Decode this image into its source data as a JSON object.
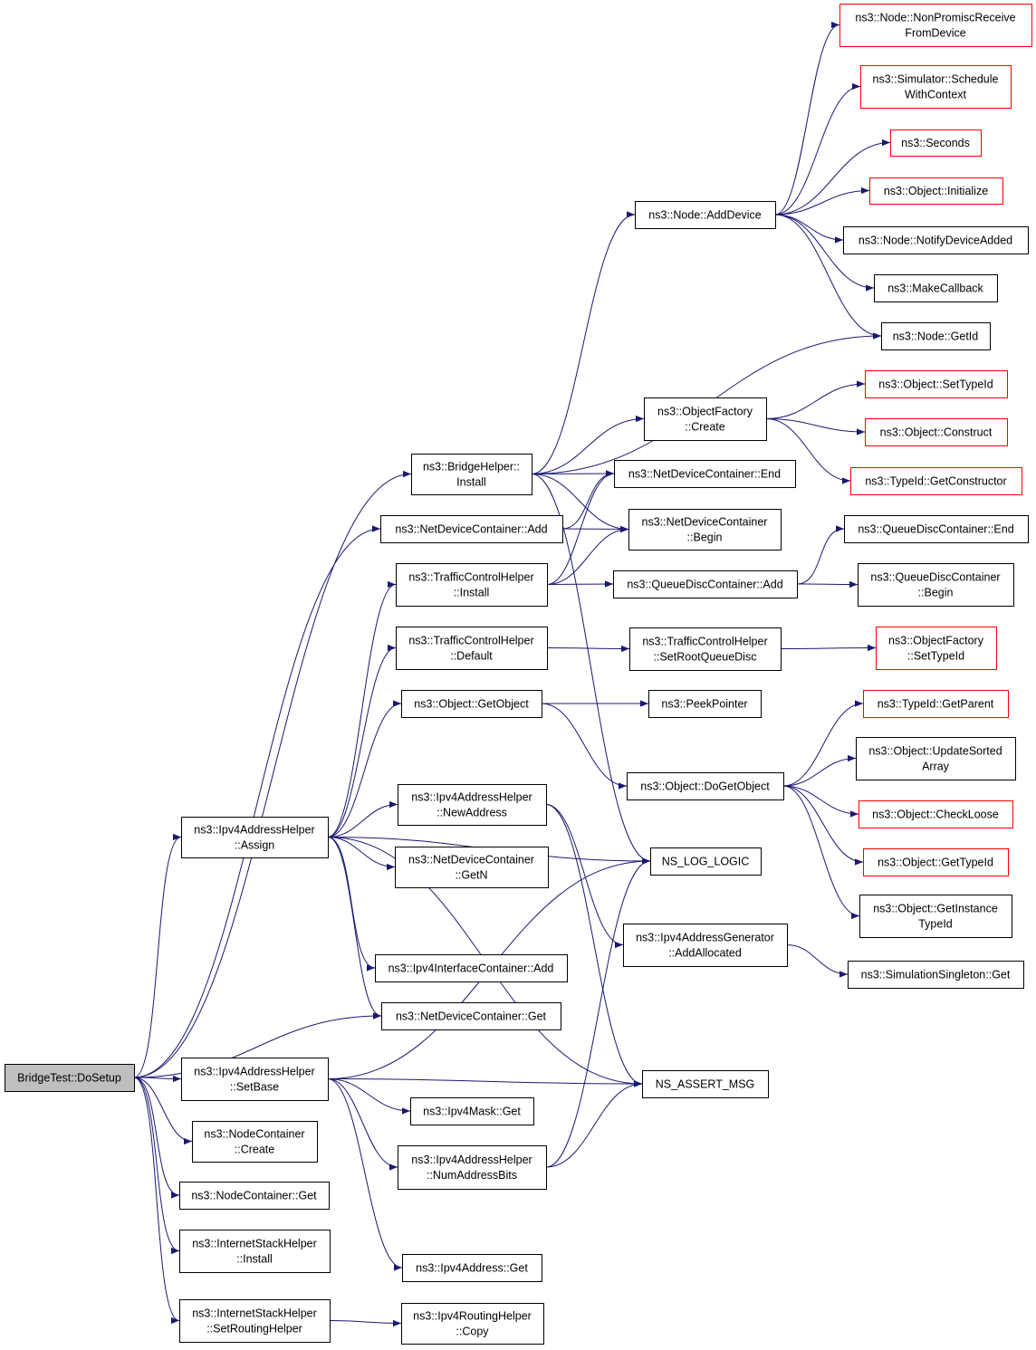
{
  "colors": {
    "edge": "#191970",
    "border_normal": "#000000",
    "border_truncated": "#ff0000",
    "root_fill": "#bfbfbf",
    "node_fill": "#ffffff"
  },
  "nodes": [
    {
      "id": "root",
      "lines": [
        "BridgeTest::DoSetup"
      ],
      "style": "root"
    },
    {
      "id": "bh_install",
      "lines": [
        "ns3::BridgeHelper::",
        "Install"
      ],
      "style": "normal"
    },
    {
      "id": "ndc_add",
      "lines": [
        "ns3::NetDeviceContainer::Add"
      ],
      "style": "normal"
    },
    {
      "id": "tch_install",
      "lines": [
        "ns3::TrafficControlHelper",
        "::Install"
      ],
      "style": "normal"
    },
    {
      "id": "tch_default",
      "lines": [
        "ns3::TrafficControlHelper",
        "::Default"
      ],
      "style": "normal"
    },
    {
      "id": "obj_getobject",
      "lines": [
        "ns3::Object::GetObject"
      ],
      "style": "normal"
    },
    {
      "id": "ipv4ah_assign",
      "lines": [
        "ns3::Ipv4AddressHelper",
        "::Assign"
      ],
      "style": "normal"
    },
    {
      "id": "ipv4ah_newaddress",
      "lines": [
        "ns3::Ipv4AddressHelper",
        "::NewAddress"
      ],
      "style": "normal"
    },
    {
      "id": "ndc_getn",
      "lines": [
        "ns3::NetDeviceContainer",
        "::GetN"
      ],
      "style": "normal"
    },
    {
      "id": "ipv4ic_add",
      "lines": [
        "ns3::Ipv4InterfaceContainer::Add"
      ],
      "style": "normal"
    },
    {
      "id": "ndc_get",
      "lines": [
        "ns3::NetDeviceContainer::Get"
      ],
      "style": "normal"
    },
    {
      "id": "ipv4ah_setbase",
      "lines": [
        "ns3::Ipv4AddressHelper",
        "::SetBase"
      ],
      "style": "normal"
    },
    {
      "id": "ipv4mask_get",
      "lines": [
        "ns3::Ipv4Mask::Get"
      ],
      "style": "normal"
    },
    {
      "id": "ipv4ah_numaddressbits",
      "lines": [
        "ns3::Ipv4AddressHelper",
        "::NumAddressBits"
      ],
      "style": "normal"
    },
    {
      "id": "nc_create",
      "lines": [
        "ns3::NodeContainer",
        "::Create"
      ],
      "style": "normal"
    },
    {
      "id": "nc_get",
      "lines": [
        "ns3::NodeContainer::Get"
      ],
      "style": "normal"
    },
    {
      "id": "ish_install",
      "lines": [
        "ns3::InternetStackHelper",
        "::Install"
      ],
      "style": "normal"
    },
    {
      "id": "ish_setrouting",
      "lines": [
        "ns3::InternetStackHelper",
        "::SetRoutingHelper"
      ],
      "style": "normal"
    },
    {
      "id": "ipv4addr_get",
      "lines": [
        "ns3::Ipv4Address::Get"
      ],
      "style": "normal"
    },
    {
      "id": "ipv4rh_copy",
      "lines": [
        "ns3::Ipv4RoutingHelper",
        "::Copy"
      ],
      "style": "normal"
    },
    {
      "id": "node_adddevice",
      "lines": [
        "ns3::Node::AddDevice"
      ],
      "style": "normal"
    },
    {
      "id": "of_create",
      "lines": [
        "ns3::ObjectFactory",
        "::Create"
      ],
      "style": "normal"
    },
    {
      "id": "ndc_end",
      "lines": [
        "ns3::NetDeviceContainer::End"
      ],
      "style": "normal"
    },
    {
      "id": "ndc_begin",
      "lines": [
        "ns3::NetDeviceContainer",
        "::Begin"
      ],
      "style": "normal"
    },
    {
      "id": "qdc_add",
      "lines": [
        "ns3::QueueDiscContainer::Add"
      ],
      "style": "normal"
    },
    {
      "id": "tch_setroot",
      "lines": [
        "ns3::TrafficControlHelper",
        "::SetRootQueueDisc"
      ],
      "style": "normal"
    },
    {
      "id": "peekpointer",
      "lines": [
        "ns3::PeekPointer"
      ],
      "style": "normal"
    },
    {
      "id": "obj_dogetobject",
      "lines": [
        "ns3::Object::DoGetObject"
      ],
      "style": "normal"
    },
    {
      "id": "ns_log_logic",
      "lines": [
        "NS_LOG_LOGIC"
      ],
      "style": "normal"
    },
    {
      "id": "ipv4ag_addallocated",
      "lines": [
        "ns3::Ipv4AddressGenerator",
        "::AddAllocated"
      ],
      "style": "normal"
    },
    {
      "id": "ns_assert_msg",
      "lines": [
        "NS_ASSERT_MSG"
      ],
      "style": "normal"
    },
    {
      "id": "node_nonpromisc",
      "lines": [
        "ns3::Node::NonPromiscReceive",
        "FromDevice"
      ],
      "style": "truncated"
    },
    {
      "id": "sim_schedule",
      "lines": [
        "ns3::Simulator::Schedule",
        "WithContext"
      ],
      "style": "truncated"
    },
    {
      "id": "seconds",
      "lines": [
        "ns3::Seconds"
      ],
      "style": "truncated"
    },
    {
      "id": "obj_initialize",
      "lines": [
        "ns3::Object::Initialize"
      ],
      "style": "truncated"
    },
    {
      "id": "node_notify",
      "lines": [
        "ns3::Node::NotifyDeviceAdded"
      ],
      "style": "normal"
    },
    {
      "id": "makecallback",
      "lines": [
        "ns3::MakeCallback"
      ],
      "style": "normal"
    },
    {
      "id": "node_getid",
      "lines": [
        "ns3::Node::GetId"
      ],
      "style": "normal"
    },
    {
      "id": "obj_settypeid",
      "lines": [
        "ns3::Object::SetTypeId"
      ],
      "style": "truncated"
    },
    {
      "id": "obj_construct",
      "lines": [
        "ns3::Object::Construct"
      ],
      "style": "truncated"
    },
    {
      "id": "typeid_getconstructor",
      "lines": [
        "ns3::TypeId::GetConstructor"
      ],
      "style": "truncated"
    },
    {
      "id": "qdc_end",
      "lines": [
        "ns3::QueueDiscContainer::End"
      ],
      "style": "normal"
    },
    {
      "id": "qdc_begin",
      "lines": [
        "ns3::QueueDiscContainer",
        "::Begin"
      ],
      "style": "normal"
    },
    {
      "id": "of_settypeid",
      "lines": [
        "ns3::ObjectFactory",
        "::SetTypeId"
      ],
      "style": "truncated"
    },
    {
      "id": "typeid_getparent",
      "lines": [
        "ns3::TypeId::GetParent"
      ],
      "style": "truncated"
    },
    {
      "id": "obj_updatesorted",
      "lines": [
        "ns3::Object::UpdateSorted",
        "Array"
      ],
      "style": "normal"
    },
    {
      "id": "obj_checkloose",
      "lines": [
        "ns3::Object::CheckLoose"
      ],
      "style": "truncated"
    },
    {
      "id": "obj_gettypeid",
      "lines": [
        "ns3::Object::GetTypeId"
      ],
      "style": "truncated"
    },
    {
      "id": "obj_getinstance",
      "lines": [
        "ns3::Object::GetInstance",
        "TypeId"
      ],
      "style": "normal"
    },
    {
      "id": "simsingleton_get",
      "lines": [
        "ns3::SimulationSingleton::Get"
      ],
      "style": "normal"
    }
  ],
  "edges": [
    [
      "root",
      "bh_install"
    ],
    [
      "root",
      "ndc_add"
    ],
    [
      "root",
      "ipv4ah_assign"
    ],
    [
      "root",
      "ndc_get"
    ],
    [
      "root",
      "ipv4ah_setbase"
    ],
    [
      "root",
      "nc_create"
    ],
    [
      "root",
      "nc_get"
    ],
    [
      "root",
      "ish_install"
    ],
    [
      "root",
      "ish_setrouting"
    ],
    [
      "bh_install",
      "node_adddevice"
    ],
    [
      "bh_install",
      "node_getid"
    ],
    [
      "bh_install",
      "of_create"
    ],
    [
      "bh_install",
      "ndc_end"
    ],
    [
      "bh_install",
      "ndc_begin"
    ],
    [
      "bh_install",
      "ns_log_logic"
    ],
    [
      "ndc_add",
      "ndc_end"
    ],
    [
      "ndc_add",
      "ndc_begin"
    ],
    [
      "tch_install",
      "ndc_end"
    ],
    [
      "tch_install",
      "ndc_begin"
    ],
    [
      "tch_install",
      "qdc_add"
    ],
    [
      "tch_default",
      "tch_setroot"
    ],
    [
      "obj_getobject",
      "peekpointer"
    ],
    [
      "obj_getobject",
      "obj_dogetobject"
    ],
    [
      "ipv4ah_assign",
      "tch_install"
    ],
    [
      "ipv4ah_assign",
      "tch_default"
    ],
    [
      "ipv4ah_assign",
      "obj_getobject"
    ],
    [
      "ipv4ah_assign",
      "ipv4ah_newaddress"
    ],
    [
      "ipv4ah_assign",
      "ndc_getn"
    ],
    [
      "ipv4ah_assign",
      "ns_log_logic"
    ],
    [
      "ipv4ah_assign",
      "ipv4ic_add"
    ],
    [
      "ipv4ah_assign",
      "ndc_get"
    ],
    [
      "ipv4ah_assign",
      "ns_assert_msg"
    ],
    [
      "ipv4ah_newaddress",
      "ipv4ag_addallocated"
    ],
    [
      "ipv4ah_newaddress",
      "ns_assert_msg"
    ],
    [
      "ipv4ah_setbase",
      "ns_log_logic"
    ],
    [
      "ipv4ah_setbase",
      "ipv4mask_get"
    ],
    [
      "ipv4ah_setbase",
      "ipv4ah_numaddressbits"
    ],
    [
      "ipv4ah_setbase",
      "ns_assert_msg"
    ],
    [
      "ipv4ah_setbase",
      "ipv4addr_get"
    ],
    [
      "ipv4ah_numaddressbits",
      "ns_assert_msg"
    ],
    [
      "ipv4ah_numaddressbits",
      "ns_log_logic"
    ],
    [
      "ish_setrouting",
      "ipv4rh_copy"
    ],
    [
      "node_adddevice",
      "node_nonpromisc"
    ],
    [
      "node_adddevice",
      "sim_schedule"
    ],
    [
      "node_adddevice",
      "seconds"
    ],
    [
      "node_adddevice",
      "obj_initialize"
    ],
    [
      "node_adddevice",
      "node_notify"
    ],
    [
      "node_adddevice",
      "makecallback"
    ],
    [
      "node_adddevice",
      "node_getid"
    ],
    [
      "of_create",
      "obj_settypeid"
    ],
    [
      "of_create",
      "obj_construct"
    ],
    [
      "of_create",
      "typeid_getconstructor"
    ],
    [
      "qdc_add",
      "qdc_end"
    ],
    [
      "qdc_add",
      "qdc_begin"
    ],
    [
      "tch_setroot",
      "of_settypeid"
    ],
    [
      "obj_dogetobject",
      "typeid_getparent"
    ],
    [
      "obj_dogetobject",
      "obj_updatesorted"
    ],
    [
      "obj_dogetobject",
      "obj_checkloose"
    ],
    [
      "obj_dogetobject",
      "obj_gettypeid"
    ],
    [
      "obj_dogetobject",
      "obj_getinstance"
    ],
    [
      "ipv4ag_addallocated",
      "simsingleton_get"
    ]
  ]
}
